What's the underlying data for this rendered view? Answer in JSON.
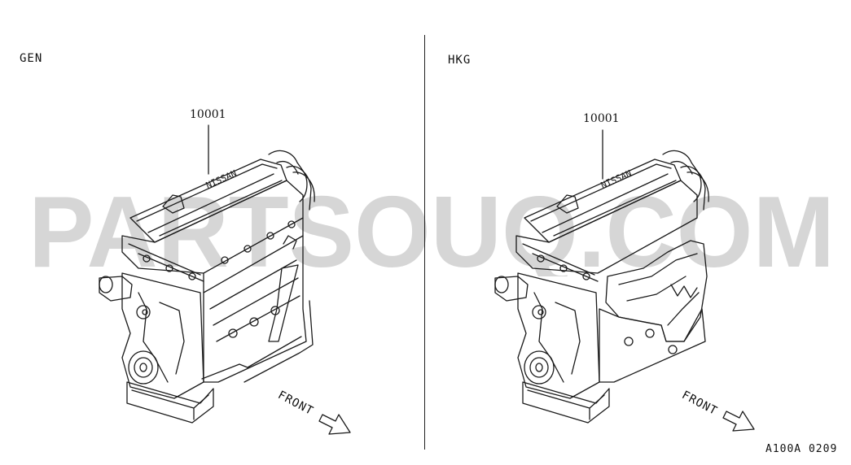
{
  "panels": [
    {
      "label": "GEN",
      "part_number": "10001",
      "front_label": "FRONT"
    },
    {
      "label": "HKG",
      "part_number": "10001",
      "front_label": "FRONT"
    }
  ],
  "diagram_code": "A100A 0209",
  "watermark_text": "PARTSOUQ.COM",
  "cover_text": "NISSAN",
  "colors": {
    "line": "#1a1a1a",
    "watermark": "#d0d0d0",
    "background": "#ffffff"
  }
}
